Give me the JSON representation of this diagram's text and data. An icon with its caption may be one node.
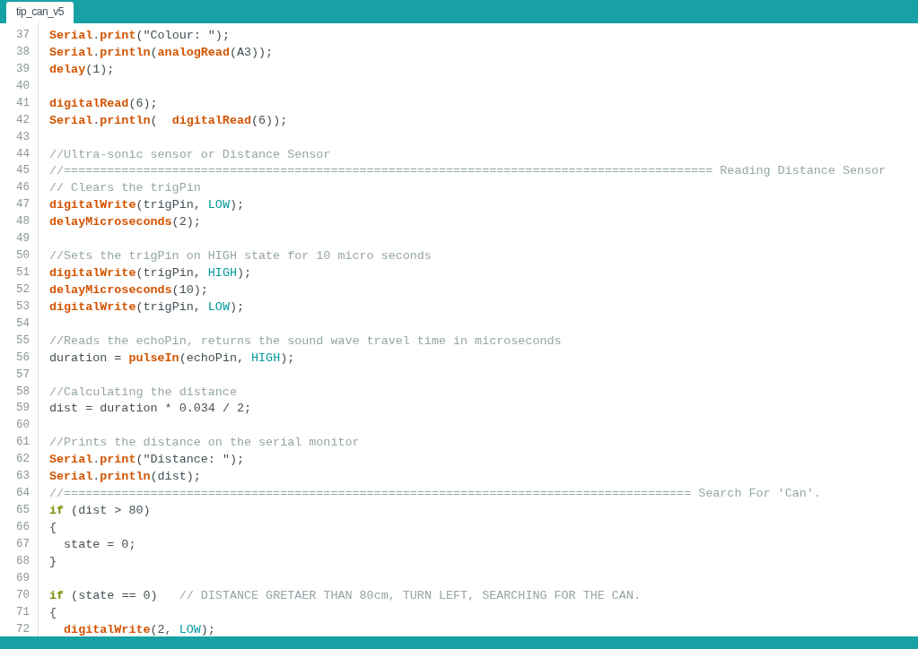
{
  "diagram": {
    "labels": [
      "tip_can_v5",
      "37",
      "Serial.print(\"Colour: \");",
      "38",
      "Serial.println(analogRead(A3));",
      "39",
      "delay(1);",
      "40",
      "41",
      "digitalRead(6);",
      "42",
      "Serial.println(  digitalRead(6));",
      "43",
      "44",
      "//Ultra-sonic sensor or Distance Sensor",
      "45",
      "//========================================================================================== Reading Distance Sensor",
      "46",
      "// Clears the trigPin",
      "47",
      "digitalWrite(trigPin, LOW);",
      "48",
      "delayMicroseconds(2);",
      "49",
      "50",
      "//Sets the trigPin on HIGH state for 10 micro seconds",
      "51",
      "digitalWrite(trigPin, HIGH);",
      "52",
      "delayMicroseconds(10);",
      "53",
      "digitalWrite(trigPin, LOW);",
      "54",
      "55",
      "//Reads the echoPin, returns the sound wave travel time in microseconds",
      "56",
      "duration = pulseIn(echoPin, HIGH);",
      "57",
      "58",
      "//Calculating the distance",
      "59",
      "dist = duration * 0.034 / 2;",
      "60",
      "61",
      "//Prints the distance on the serial monitor",
      "62",
      "Serial.print(\"Distance: \");",
      "63",
      "Serial.println(dist);",
      "64",
      "//======================================================================================= Search For 'Can'.",
      "65",
      "if (dist > 80)",
      "66",
      "{",
      "67",
      "  state = 0;",
      "68",
      "}",
      "69",
      "70",
      "if (state == 0)   // DISTANCE GRETAER THAN 80cm, TURN LEFT, SEARCHING FOR THE CAN.",
      "71",
      "{",
      "72",
      "  digitalWrite(2, LOW);"
    ]
  }
}
